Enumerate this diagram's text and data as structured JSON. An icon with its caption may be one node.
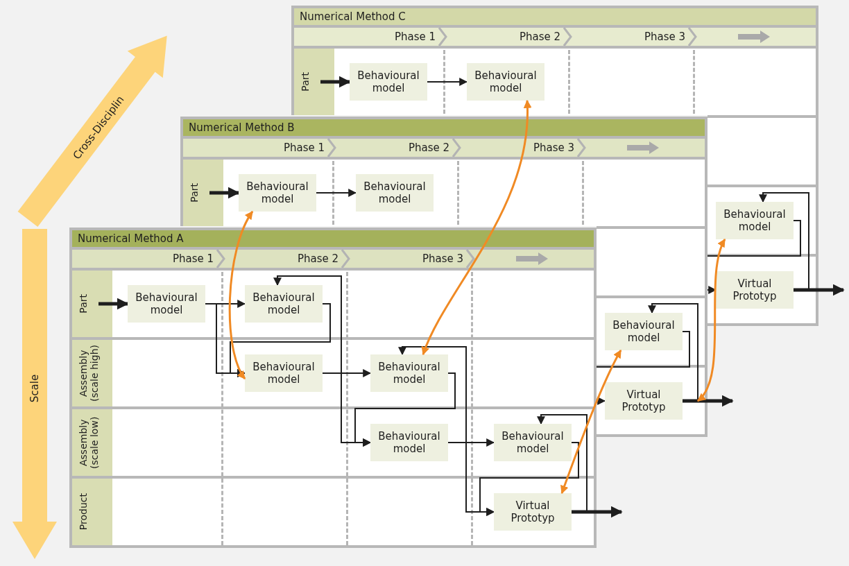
{
  "diagram": {
    "nodes": [
      {
        "text": [
          "Numerical Method C"
        ]
      },
      {
        "text": [
          "Part"
        ],
        "in": 0
      },
      {
        "text": [
          "Behavioural model"
        ],
        "in": 0
      },
      {
        "text": [
          "Behavioural model"
        ],
        "in": 0
      },
      {
        "text": [
          "Behavioural model"
        ],
        "in": 0
      },
      {
        "text": [
          "Virtual Prototyp"
        ],
        "in": 0
      },
      {
        "text": [
          "Numerical Method B"
        ]
      },
      {
        "text": [
          "Part"
        ],
        "in": 6
      },
      {
        "text": [
          "Behavioural model"
        ],
        "in": 6
      },
      {
        "text": [
          "Behavioural model"
        ]
      },
      {
        "text": [
          "Behavioural model"
        ],
        "in": 6
      },
      {
        "text": [
          "Virtual Prototyp"
        ],
        "in": 6
      },
      {
        "text": [
          "Numerical Method A"
        ]
      },
      {
        "text": [
          "Part"
        ],
        "in": 12
      },
      {
        "text": [
          "Behavioural model"
        ],
        "in": 12
      },
      {
        "text": [
          "Behavioural model"
        ]
      },
      {
        "text": [
          "Behavioural model"
        ]
      },
      {
        "text": [
          "Behavioural model"
        ]
      },
      {
        "text": [
          "Behavioural model"
        ],
        "in": 12
      },
      {
        "text": [
          "Behavioural model"
        ],
        "in": 12
      },
      {
        "text": [
          "Virtual Prototyp"
        ],
        "in": 12
      },
      {
        "text": [
          "Assembly (scale high)"
        ],
        "in": 12
      },
      {
        "text": [
          "Assembly (scale low)"
        ],
        "in": 12
      },
      {
        "text": [
          "Product"
        ],
        "in": 12
      }
    ],
    "edges": [
      {
        "from": 1,
        "to": 2,
        "arrow": "to",
        "style": "thick"
      },
      {
        "from": 2,
        "to": 3,
        "arrow": "to"
      },
      {
        "from": 4,
        "to": 5,
        "arrow": "to"
      },
      {
        "from": 5,
        "to": 4,
        "arrow": "to"
      },
      {
        "from": 5,
        "to": null,
        "arrow": "to",
        "style": "thick"
      },
      {
        "from": 7,
        "to": 8,
        "arrow": "to",
        "style": "thick"
      },
      {
        "from": 8,
        "to": 9,
        "arrow": "to"
      },
      {
        "from": 10,
        "to": 11,
        "arrow": "to"
      },
      {
        "from": 11,
        "to": 10,
        "arrow": "to"
      },
      {
        "from": 11,
        "to": null,
        "arrow": "to",
        "style": "thick"
      },
      {
        "from": 13,
        "to": 14,
        "arrow": "to",
        "style": "thick"
      },
      {
        "from": 14,
        "to": 15,
        "arrow": "to"
      },
      {
        "from": 14,
        "to": 16,
        "arrow": "to"
      },
      {
        "from": 15,
        "to": 16,
        "arrow": "to"
      },
      {
        "from": 15,
        "to": 18,
        "arrow": "both"
      },
      {
        "from": 16,
        "to": 17,
        "arrow": "to"
      },
      {
        "from": 17,
        "to": 18,
        "arrow": "to"
      },
      {
        "from": 17,
        "to": 20,
        "arrow": "both"
      },
      {
        "from": 18,
        "to": 19,
        "arrow": "to"
      },
      {
        "from": 19,
        "to": 20,
        "arrow": "to"
      },
      {
        "from": 20,
        "to": 19,
        "arrow": "to"
      },
      {
        "from": 20,
        "to": null,
        "arrow": "to",
        "style": "thick"
      },
      {
        "from": 16,
        "to": 8,
        "arrow": "both",
        "color": "#f08a24"
      },
      {
        "from": 3,
        "to": 17,
        "arrow": "both",
        "color": "#f08a24"
      },
      {
        "from": 20,
        "to": 10,
        "arrow": "both",
        "color": "#f08a24"
      },
      {
        "from": 11,
        "to": 4,
        "arrow": "both",
        "color": "#f08a24"
      }
    ],
    "labels": [
      "Cross-Disciplin",
      "Phase 1",
      "Phase 2",
      "Phase 3",
      "Phase 1",
      "Phase 2",
      "Phase 3",
      "Phase 1",
      "Phase 2",
      "Phase 3",
      "Scale"
    ]
  }
}
